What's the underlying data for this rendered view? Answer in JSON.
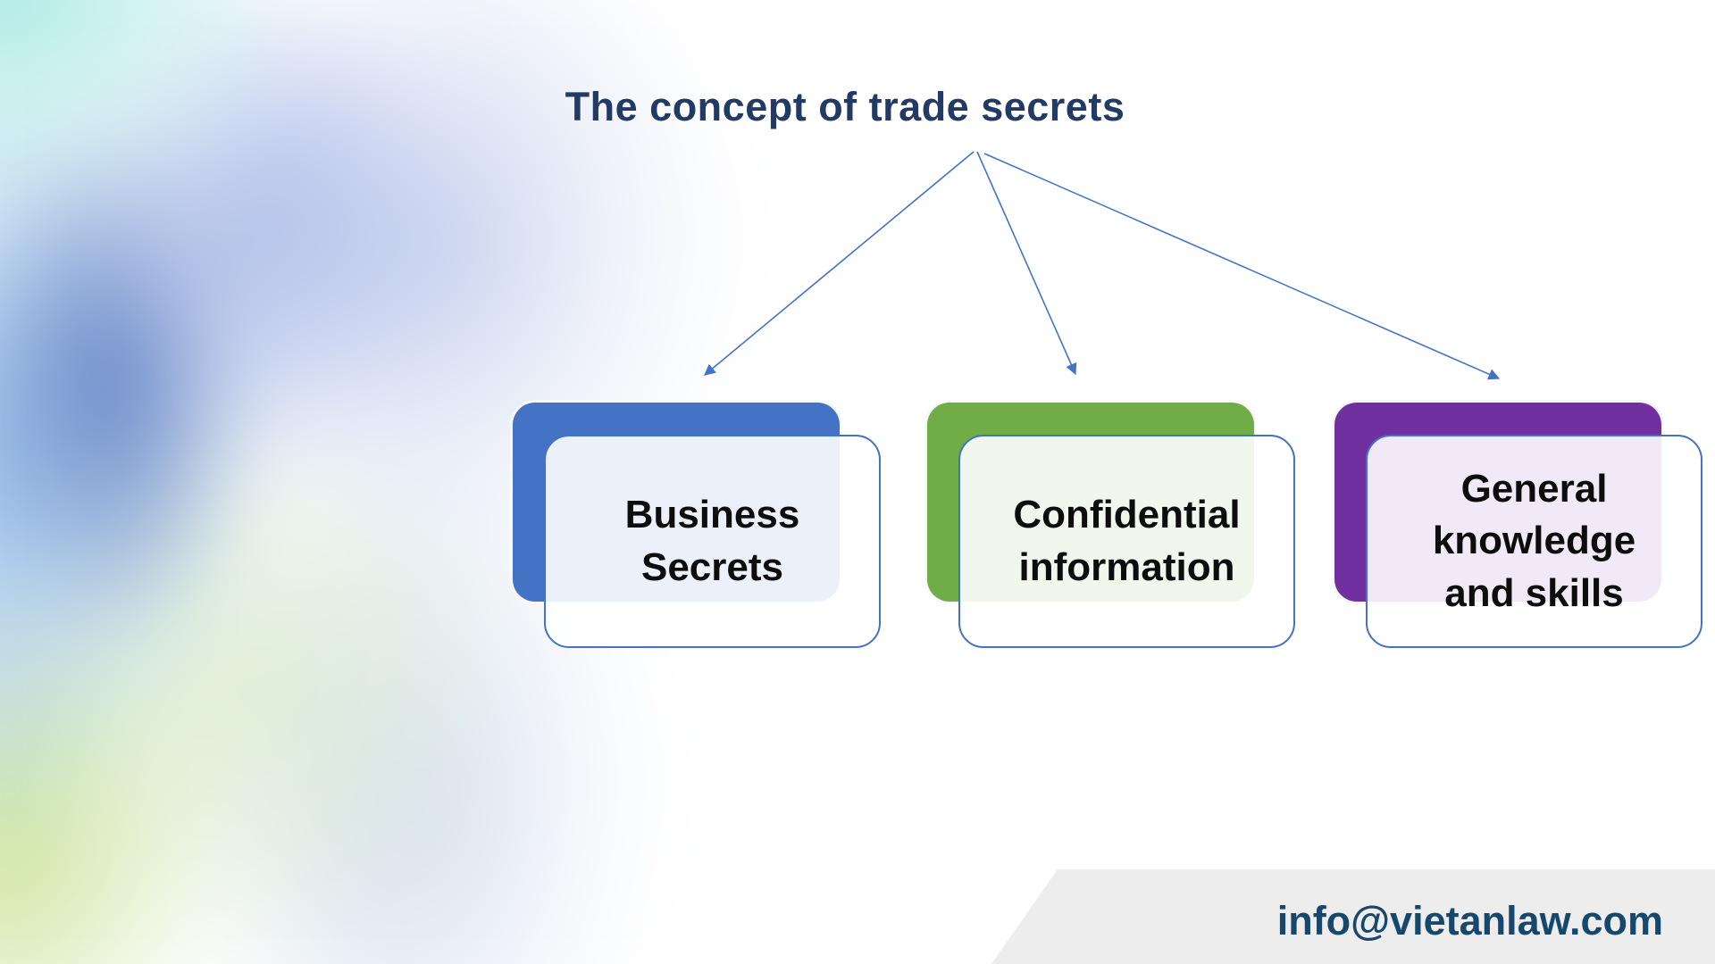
{
  "slide": {
    "title": {
      "text": "The concept of trade secrets",
      "color": "#223a64"
    },
    "connector_color": "#4472c4",
    "cards": [
      {
        "label": "Business Secrets",
        "accent_color": "#4472c4",
        "panel_border_color": "#4472c4"
      },
      {
        "label": "Confidential information",
        "accent_color": "#70ad47",
        "panel_border_color": "#4472c4"
      },
      {
        "label": "General knowledge and skills",
        "accent_color": "#7030a0",
        "panel_border_color": "#4472c4"
      }
    ],
    "card_text_color": "#0d0d0d",
    "footer": {
      "email": "info@vietanlaw.com",
      "text_color": "#17486b",
      "band_color": "#ededed"
    }
  }
}
